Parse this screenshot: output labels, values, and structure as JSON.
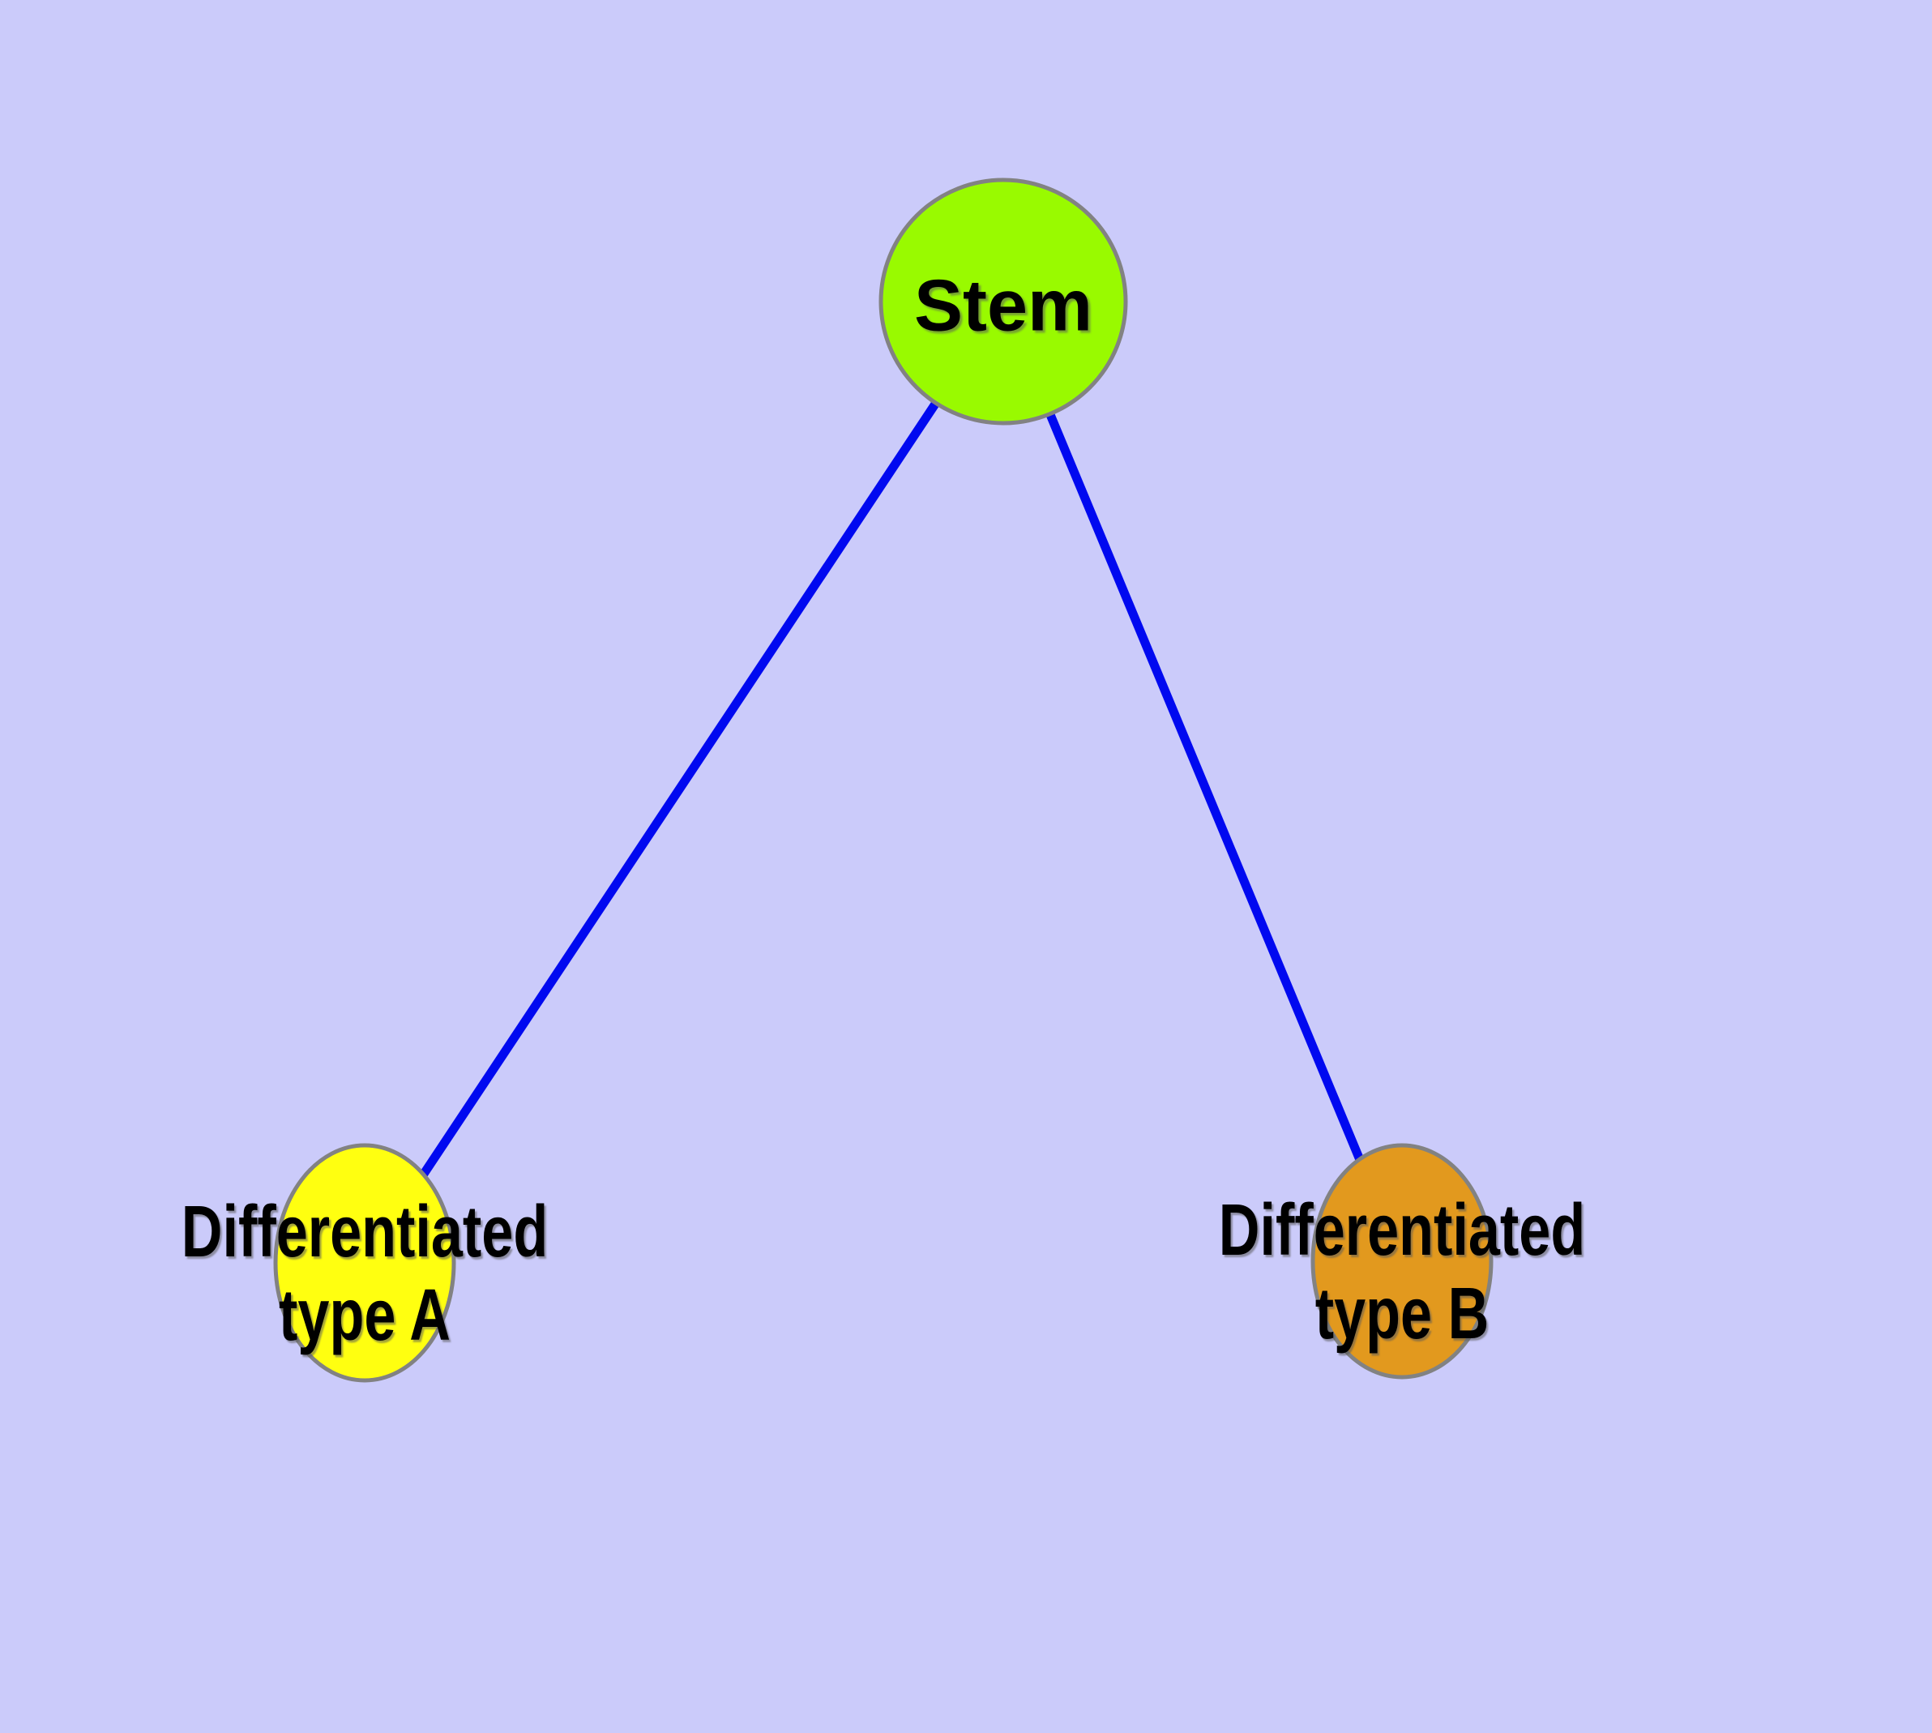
{
  "diagram": {
    "background_color": "#CBCBFA",
    "node_border_color": "#828282",
    "text_color": "#000000",
    "nodes": [
      {
        "id": "stem",
        "label_lines": [
          "Stem"
        ],
        "fill": "#99FA00"
      },
      {
        "id": "differentiated-type-a",
        "label_lines": [
          "Differentiated",
          "type A"
        ],
        "fill": "#FFFF10"
      },
      {
        "id": "differentiated-type-b",
        "label_lines": [
          "Differentiated",
          "type B"
        ],
        "fill": "#E2991E"
      }
    ],
    "edges": [
      {
        "from": "stem",
        "to": "differentiated-type-a",
        "color": "#0009F0"
      },
      {
        "from": "stem",
        "to": "differentiated-type-b",
        "color": "#0009F0"
      }
    ]
  }
}
